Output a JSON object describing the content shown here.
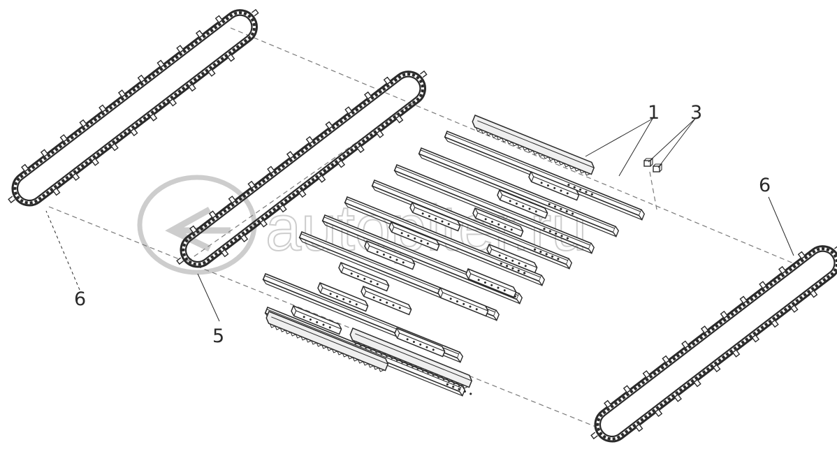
{
  "watermark": {
    "text": "autopiter.ru"
  },
  "callouts": [
    {
      "id": "c1",
      "label": "1"
    },
    {
      "id": "c3",
      "label": "3"
    },
    {
      "id": "c5",
      "label": "5"
    },
    {
      "id": "c6a",
      "label": "6"
    },
    {
      "id": "c6b",
      "label": "6"
    }
  ],
  "colors": {
    "line": "#2a2a2a",
    "dash": "#7a7a7a",
    "watermark": "#c8c8c8",
    "chainFill": "#d9d9d9"
  }
}
